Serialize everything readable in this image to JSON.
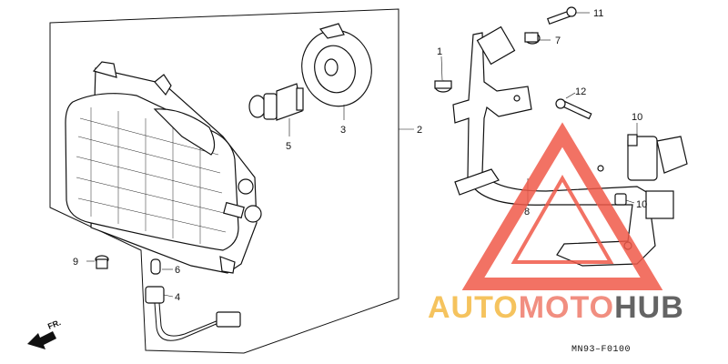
{
  "diagram": {
    "callouts": [
      "11",
      "7",
      "1",
      "2",
      "3",
      "5",
      "12",
      "10",
      "10",
      "8",
      "9",
      "6",
      "4"
    ],
    "drawing_code": "MN93–F0100",
    "direction_label": "FR.",
    "watermark": {
      "part1": "AUTO",
      "part2": "MOTO",
      "part3": "HUB",
      "colors": {
        "auto": "#f4b942",
        "moto": "#ef7b6a",
        "hub": "#4a4a4a",
        "triangle": "#f05a4a"
      }
    }
  }
}
